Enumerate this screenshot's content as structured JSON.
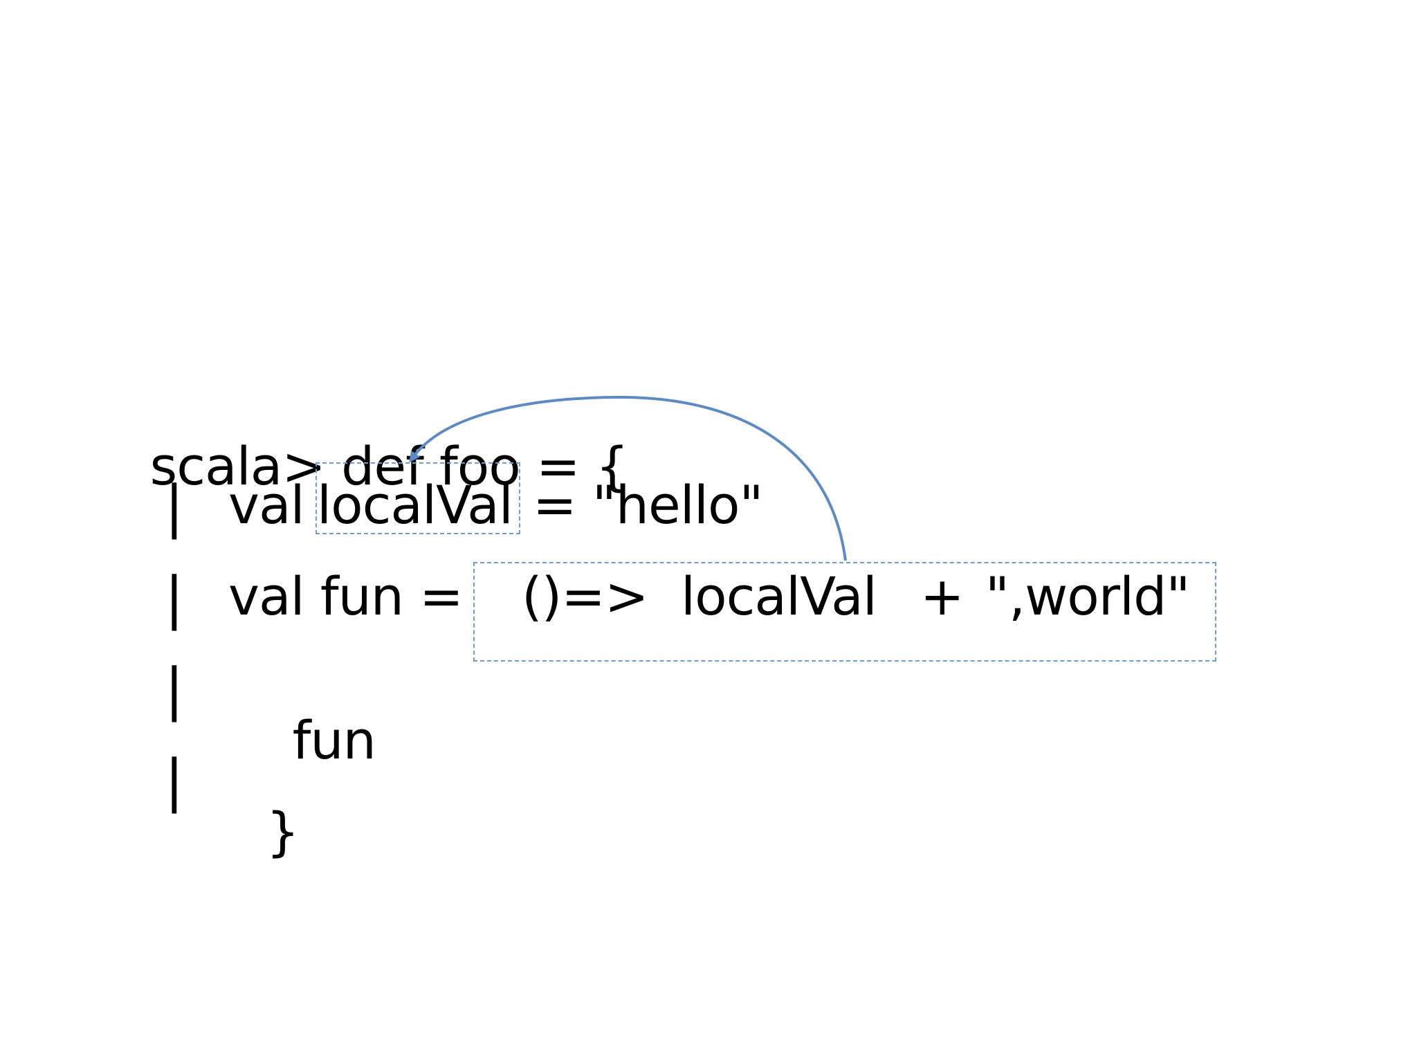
{
  "code": {
    "line1": "scala> def foo = {",
    "pipe": "|",
    "line2": {
      "kw": "val",
      "name": "localVal",
      "rest": "= \"hello\""
    },
    "line3": {
      "kw": "val fun =",
      "arrow": "()=>",
      "ref": "localVal",
      "plus": "+",
      "str": "\",world\""
    },
    "line4": "fun",
    "line5": "}"
  },
  "colors": {
    "arrow": "#5b8ac5",
    "box_border": "#6f9ccf",
    "text": "#000000"
  }
}
